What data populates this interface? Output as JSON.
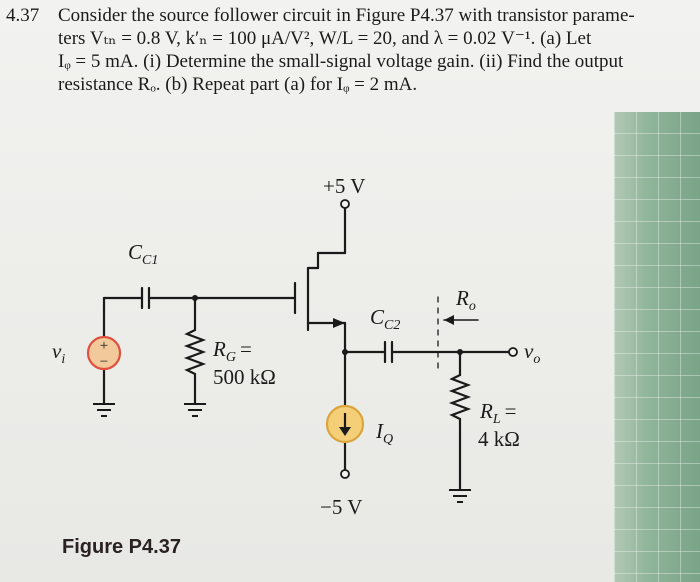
{
  "problem": {
    "number": "4.37",
    "lines": [
      "Consider the source follower circuit in Figure P4.37 with transistor parame-",
      "ters Vₜₙ = 0.8 V, k′ₙ = 100 μA/V², W/L = 20, and λ = 0.02 V⁻¹. (a) Let",
      "Iᵩ = 5 mA. (i) Determine the small-signal voltage gain. (ii) Find the output",
      "resistance Rₒ. (b) Repeat part (a) for Iᵩ = 2 mA."
    ]
  },
  "circuit": {
    "vdd": "+5 V",
    "vss": "−5 V",
    "cc1": "C",
    "cc1_sub": "C1",
    "cc2": "C",
    "cc2_sub": "C2",
    "vi": "v",
    "vi_sub": "i",
    "rg_label": "R",
    "rg_sub": "G",
    "rg_eq": "=",
    "rg_value": "500 kΩ",
    "iq": "I",
    "iq_sub": "Q",
    "ro": "R",
    "ro_sub": "o",
    "vo": "v",
    "vo_sub": "o",
    "rl_label": "R",
    "rl_sub": "L",
    "rl_eq": "=",
    "rl_value": "4 kΩ",
    "source_plus": "+",
    "source_minus": "−"
  },
  "figure_caption": "Figure P4.37",
  "colors": {
    "wire": "#1a1a1a",
    "source_fill": "#f1c99a",
    "source_stroke": "#e0503f",
    "current_fill": "#f4cf78",
    "current_stroke": "#d9a53c"
  }
}
